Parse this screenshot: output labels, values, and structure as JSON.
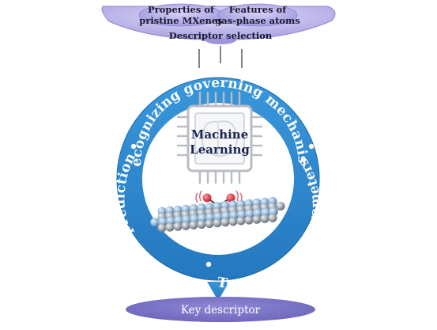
{
  "top": {
    "left_oval": [
      "Properties of",
      "pristine MXenes"
    ],
    "right_oval": [
      "Features of",
      "gas-phase atoms"
    ],
    "funnel_label": "Descriptor selection"
  },
  "ring": {
    "top_text": "Recognizing governing mechanism",
    "left_text": "ML model prediction",
    "right_text": "Tunning hyperparameters"
  },
  "chip": {
    "line1": "Machine",
    "line2": "Learning"
  },
  "bottom": {
    "label": "Key descriptor"
  },
  "colors": {
    "ring_blue": "#2e8cd2",
    "ring_blue_dark": "#1f6fb0",
    "funnel_purple": "#b9b3ea",
    "key_oval": "#7b74c4",
    "chip_text": "#1c2452"
  }
}
